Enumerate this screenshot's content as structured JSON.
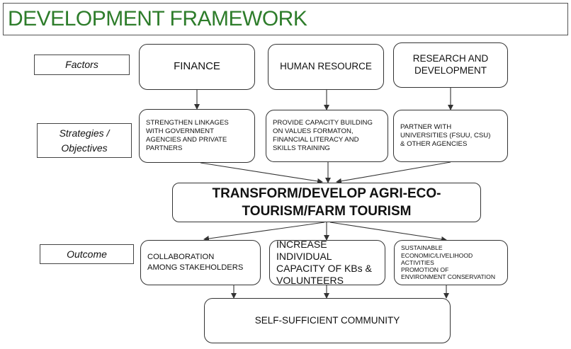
{
  "title": "DEVELOPMENT FRAMEWORK",
  "labels": {
    "factors": "Factors",
    "strategies": "Strategies /\nObjectives",
    "outcome": "Outcome"
  },
  "factors": {
    "finance": "FINANCE",
    "human_resource": "HUMAN RESOURCE",
    "research": "RESEARCH AND\nDEVELOPMENT"
  },
  "strategies": {
    "finance": "STRENGTHEN LINKAGES\nWITH GOVERNMENT\nAGENCIES AND PRIVATE\nPARTNERS",
    "human_resource": "PROVIDE CAPACITY BUILDING\n ON  VALUES FORMATON,\nFINANCIAL LITERACY AND\nSKILLS TRAINING",
    "research": "PARTNER WITH\nUNIVERSITIES (FSUU, CSU)\n& OTHER AGENCIES"
  },
  "central": "TRANSFORM/DEVELOP AGRI-ECO-\nTOURISM/FARM TOURISM",
  "outcomes": {
    "collaboration": "COLLABORATION\nAMONG STAKEHOLDERS",
    "capacity": "INCREASE INDIVIDUAL\nCAPACITY OF KBs &\nVOLUNTEERS",
    "sustainable": "SUSTAINABLE\nECONOMIC/LIVELIHOOD\nACTIVITIES\nPROMOTION OF\nENVIRONMENT CONSERVATION"
  },
  "final": "SELF-SUFFICIENT COMMUNITY",
  "colors": {
    "title": "#2e7d2b",
    "border": "#333333",
    "arrow": "#333333"
  }
}
